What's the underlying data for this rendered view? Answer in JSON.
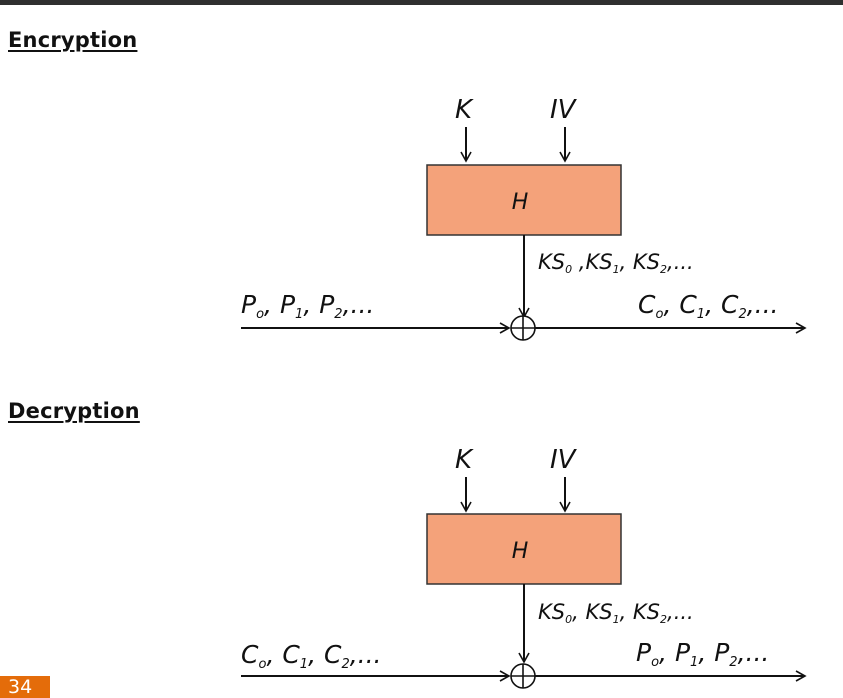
{
  "encryption": {
    "heading": "Encryption",
    "key_label": "K",
    "iv_label": "IV",
    "function_label": "H",
    "keystream_label": [
      "KS",
      "0",
      " ,KS",
      "1",
      ", KS",
      "2",
      ",..."
    ],
    "input_label": [
      "P",
      "o",
      ", P",
      "1",
      ", P",
      "2",
      ",..."
    ],
    "output_label": [
      "C",
      "o",
      ", C",
      "1",
      ", C",
      "2",
      ",..."
    ]
  },
  "decryption": {
    "heading": "Decryption",
    "key_label": "K",
    "iv_label": "IV",
    "function_label": "H",
    "keystream_label": [
      "KS",
      "0",
      ", KS",
      "1",
      ", KS",
      "2",
      ",..."
    ],
    "input_label": [
      "C",
      "o",
      ", C",
      "1",
      ", C",
      "2",
      ",..."
    ],
    "output_label": [
      "P",
      "o",
      ", P",
      "1",
      ", P",
      "2",
      ",..."
    ]
  },
  "page_number": "34",
  "colors": {
    "box_fill": "#f4a27a",
    "box_stroke": "#333333",
    "page_badge": "#e46c0a",
    "top_bar": "#2f2f2f"
  }
}
